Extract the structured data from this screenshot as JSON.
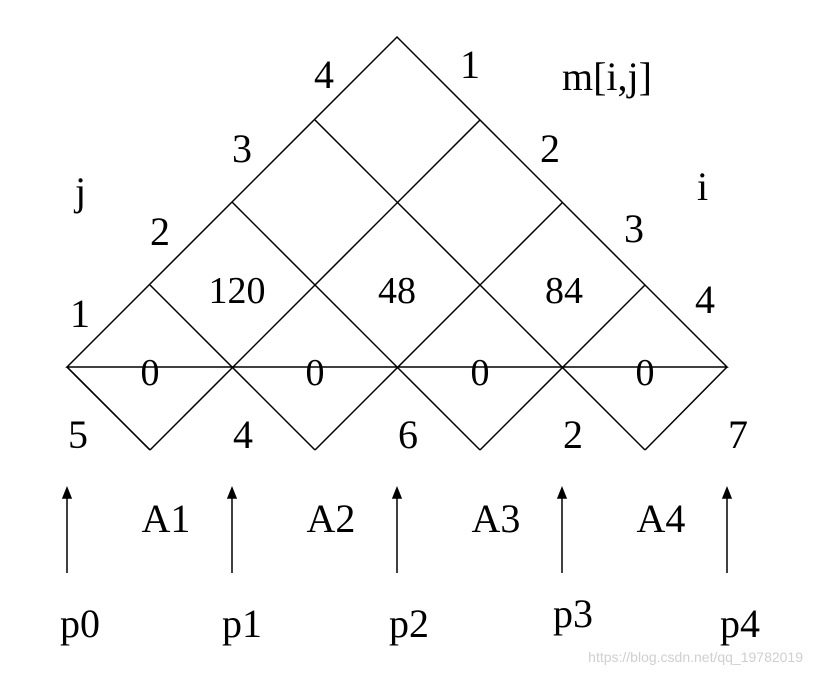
{
  "corner_label": "m[i,j]",
  "axis_j_label": "j",
  "axis_i_label": "i",
  "j_indices": [
    "1",
    "2",
    "3",
    "4"
  ],
  "i_indices": [
    "1",
    "2",
    "3",
    "4"
  ],
  "diagonal_values": [
    "0",
    "0",
    "0",
    "0"
  ],
  "second_row_values": [
    "120",
    "48",
    "84"
  ],
  "dimensions": [
    "5",
    "4",
    "6",
    "2",
    "7"
  ],
  "matrices": [
    "A1",
    "A2",
    "A3",
    "A4"
  ],
  "p_labels": [
    "p0",
    "p1",
    "p2",
    "p3",
    "p4"
  ],
  "watermark": "https://blog.csdn.net/qq_19782019"
}
